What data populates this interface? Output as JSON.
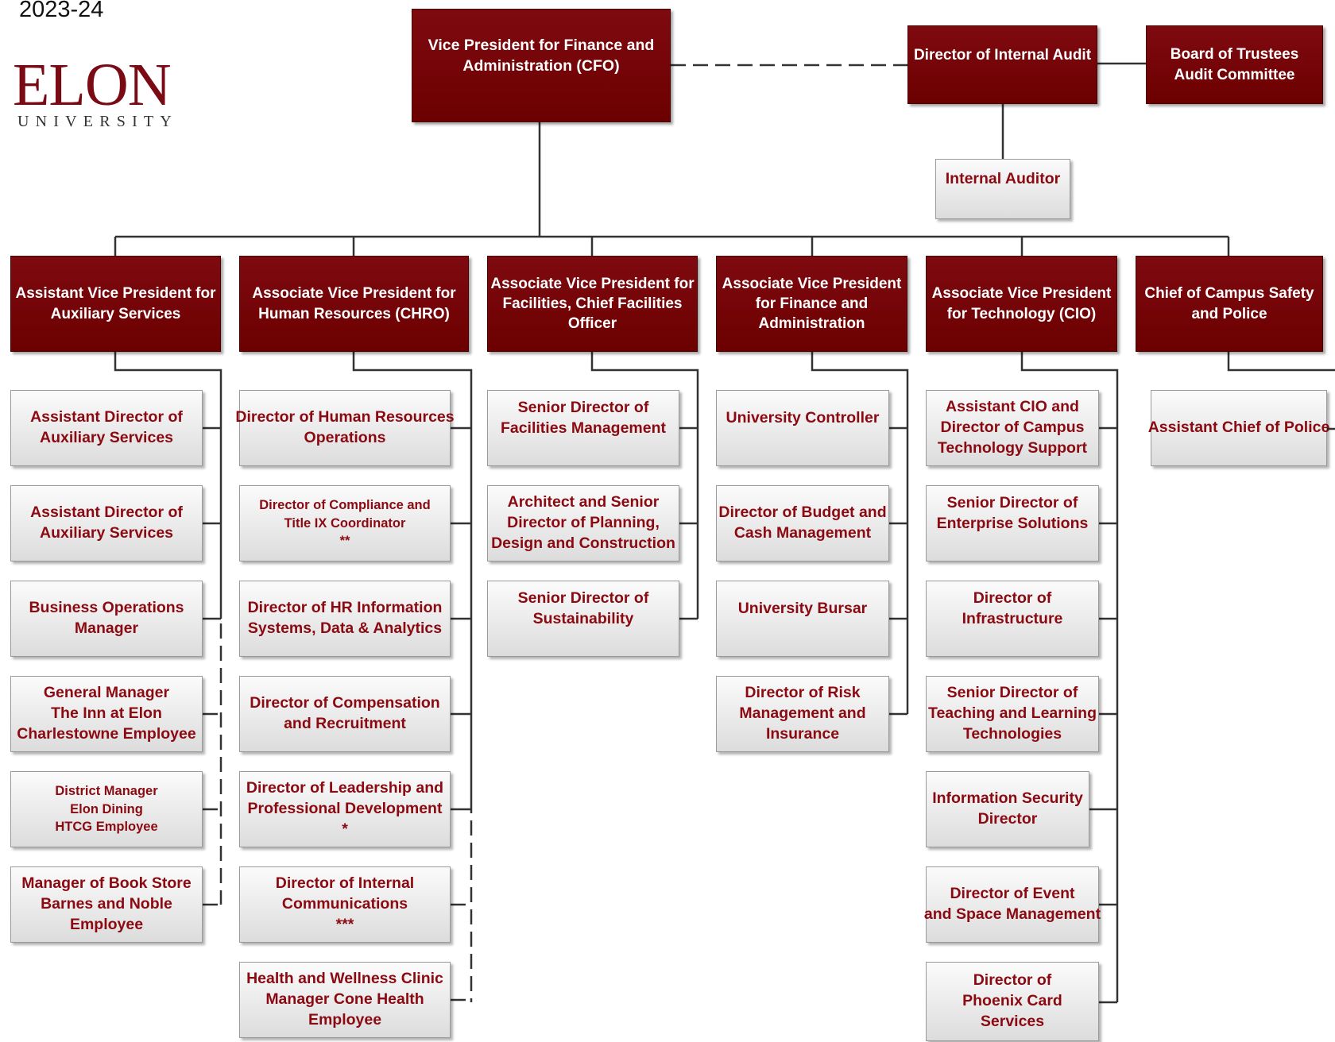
{
  "header": {
    "year": "2023-24",
    "logo_word": "ELON",
    "logo_sub": "UNIVERSITY"
  },
  "colors": {
    "box_dark": "#700000",
    "box_light_text": "#8b0a12",
    "connector": "#333333"
  },
  "top": {
    "cfo": [
      "Vice President for Finance and",
      "Administration (CFO)"
    ],
    "internal_audit": [
      "Director of Internal Audit"
    ],
    "board": [
      "Board of Trustees",
      "Audit Committee"
    ],
    "internal_auditor": [
      "Internal Auditor"
    ]
  },
  "columns": [
    {
      "head": [
        "Assistant Vice President for",
        "Auxiliary Services"
      ],
      "reports": [
        [
          "Assistant Director of",
          "Auxiliary Services"
        ],
        [
          "Assistant Director of",
          "Auxiliary Services"
        ],
        [
          "Business Operations",
          "Manager"
        ],
        [
          "General Manager",
          "The Inn at Elon",
          "Charlestowne Employee"
        ],
        [
          "District Manager",
          "Elon Dining",
          "HTCG Employee"
        ],
        [
          "Manager of Book Store",
          "Barnes and Noble",
          "Employee"
        ]
      ]
    },
    {
      "head": [
        "Associate Vice President for",
        "Human Resources (CHRO)"
      ],
      "reports": [
        [
          "Director of Human Resources",
          "Operations"
        ],
        [
          "Director of Compliance and",
          "Title IX Coordinator",
          "**"
        ],
        [
          "Director of HR Information",
          "Systems, Data & Analytics"
        ],
        [
          "Director of Compensation",
          "and Recruitment"
        ],
        [
          "Director of Leadership and",
          "Professional Development",
          "*"
        ],
        [
          "Director of Internal",
          "Communications",
          "***"
        ],
        [
          "Health and Wellness Clinic",
          "Manager Cone Health",
          "Employee"
        ]
      ]
    },
    {
      "head": [
        "Associate Vice President for",
        "Facilities, Chief Facilities",
        "Officer"
      ],
      "reports": [
        [
          "Senior Director of",
          "Facilities Management"
        ],
        [
          "Architect and Senior",
          "Director of Planning,",
          "Design and Construction"
        ],
        [
          "Senior Director of",
          "Sustainability"
        ]
      ]
    },
    {
      "head": [
        "Associate Vice President",
        "for Finance and",
        "Administration"
      ],
      "reports": [
        [
          "University Controller"
        ],
        [
          "Director of Budget and",
          "Cash Management"
        ],
        [
          "University Bursar"
        ],
        [
          "Director of Risk",
          "Management and",
          "Insurance"
        ]
      ]
    },
    {
      "head": [
        "Associate  Vice President",
        "for Technology (CIO)"
      ],
      "reports": [
        [
          "Assistant CIO and",
          "Director of Campus",
          "Technology Support"
        ],
        [
          "Senior Director of",
          "Enterprise Solutions"
        ],
        [
          "Director of",
          "Infrastructure"
        ],
        [
          "Senior Director of",
          "Teaching and Learning",
          "Technologies"
        ],
        [
          "Information Security",
          "Director"
        ],
        [
          "Director of Event",
          "and Space Management"
        ],
        [
          "Director of",
          "Phoenix Card",
          "Services"
        ]
      ]
    },
    {
      "head": [
        "Chief of Campus Safety",
        "and Police"
      ],
      "reports": [
        [
          "Assistant Chief of Police"
        ]
      ]
    }
  ]
}
